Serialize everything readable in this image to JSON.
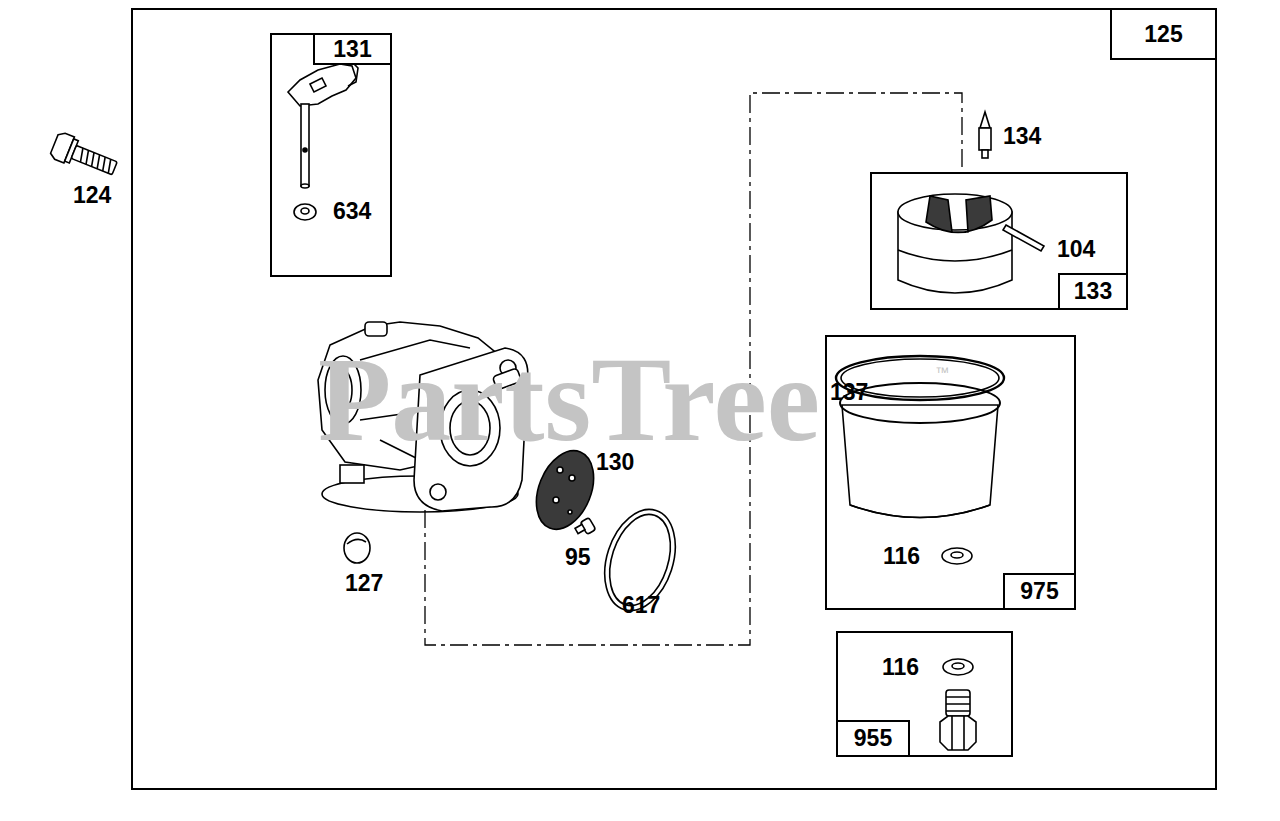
{
  "diagram": {
    "nodes": [
      {
        "text": [
          "125"
        ]
      },
      {
        "text": [
          "131",
          "634"
        ],
        "in": 0
      },
      {
        "text": [
          "104",
          "133"
        ],
        "in": 0
      },
      {
        "text": [
          "137",
          "116",
          "975"
        ],
        "in": 0
      },
      {
        "text": [
          "116",
          "955"
        ],
        "in": 0
      }
    ],
    "labels": [
      "124",
      "134",
      "130",
      "95",
      "617",
      "127",
      "PartsTree",
      "™"
    ]
  }
}
